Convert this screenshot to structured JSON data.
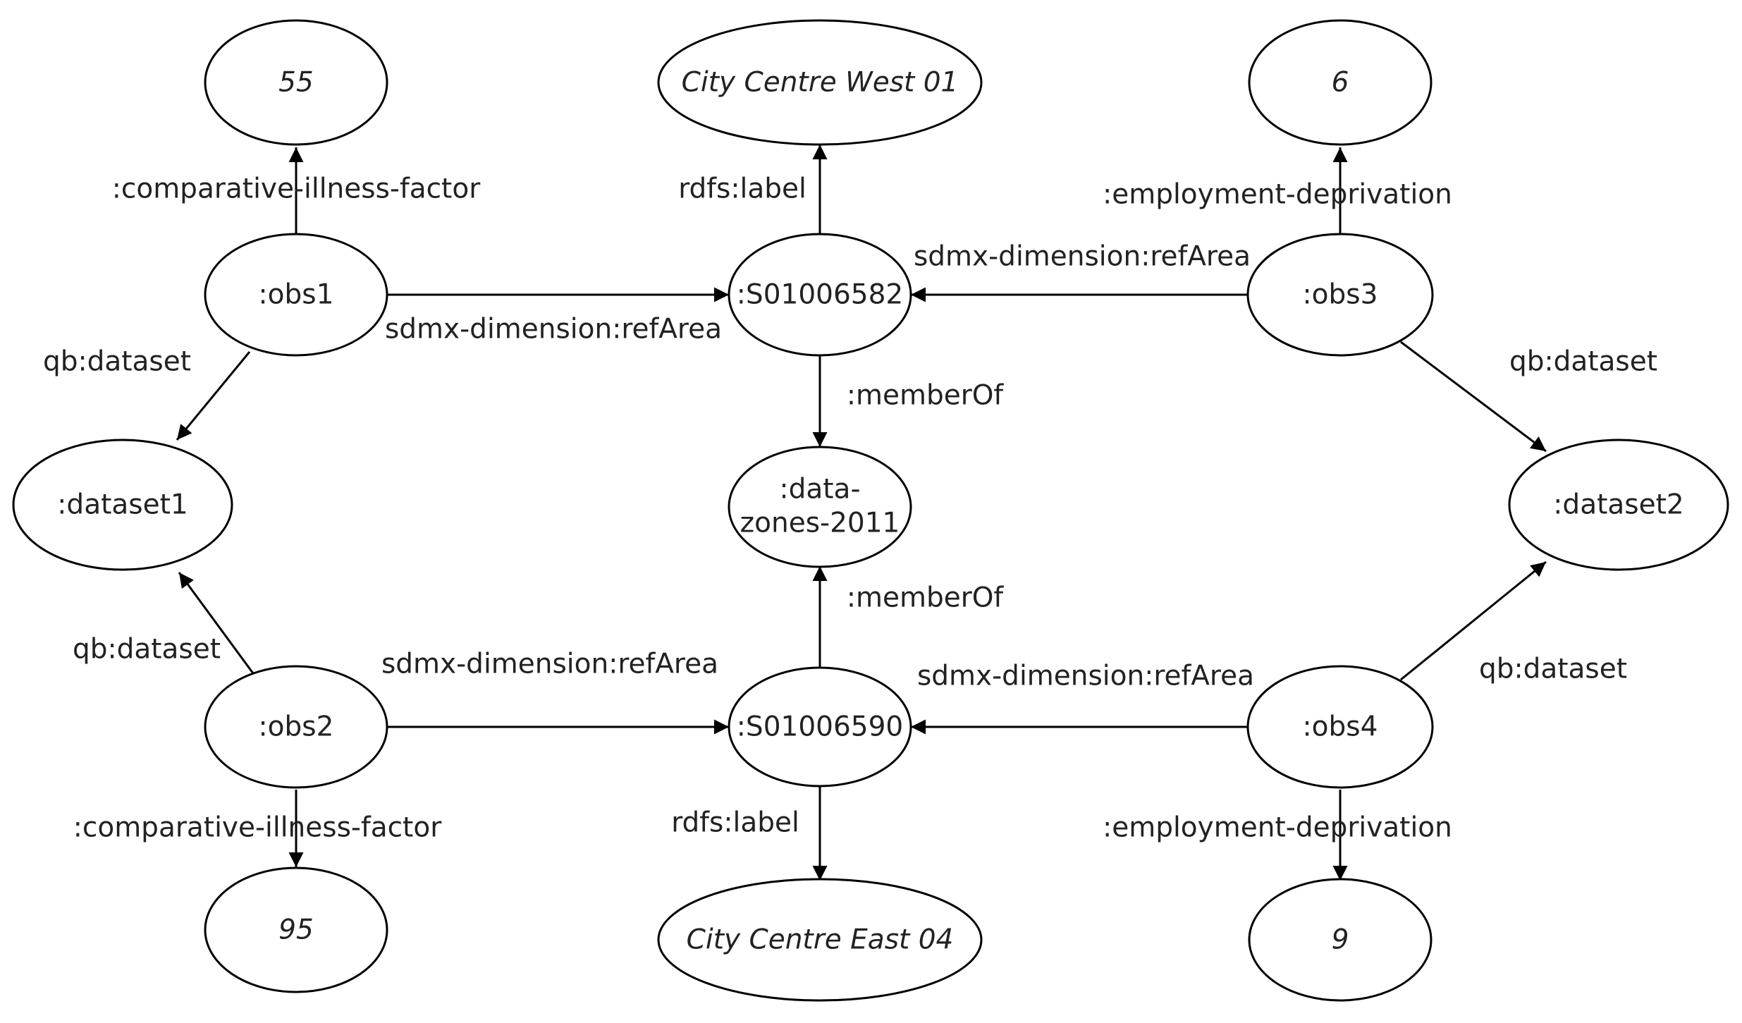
{
  "nodes": {
    "n55": {
      "label": "55",
      "kind": "literal"
    },
    "westLabel": {
      "label": "City Centre West 01",
      "kind": "literal"
    },
    "n6": {
      "label": "6",
      "kind": "literal"
    },
    "obs1": {
      "label": ":obs1",
      "kind": "resource"
    },
    "s582": {
      "label": ":S01006582",
      "kind": "resource"
    },
    "obs3": {
      "label": ":obs3",
      "kind": "resource"
    },
    "dataset1": {
      "label": ":dataset1",
      "kind": "resource"
    },
    "datazones": {
      "label_line1": ":data-",
      "label_line2": "zones-2011",
      "kind": "resource"
    },
    "dataset2": {
      "label": ":dataset2",
      "kind": "resource"
    },
    "obs2": {
      "label": ":obs2",
      "kind": "resource"
    },
    "s590": {
      "label": ":S01006590",
      "kind": "resource"
    },
    "obs4": {
      "label": ":obs4",
      "kind": "resource"
    },
    "n95": {
      "label": "95",
      "kind": "literal"
    },
    "eastLabel": {
      "label": "City Centre East 04",
      "kind": "literal"
    },
    "n9": {
      "label": "9",
      "kind": "literal"
    }
  },
  "edges": [
    {
      "id": "e1",
      "from": "obs1",
      "to": "n55",
      "label": ":comparative-illness-factor"
    },
    {
      "id": "e2",
      "from": "s582",
      "to": "westLabel",
      "label": "rdfs:label"
    },
    {
      "id": "e3",
      "from": "obs3",
      "to": "n6",
      "label": ":employment-deprivation"
    },
    {
      "id": "e4",
      "from": "obs1",
      "to": "s582",
      "label": "sdmx-dimension:refArea"
    },
    {
      "id": "e5",
      "from": "obs3",
      "to": "s582",
      "label": "sdmx-dimension:refArea"
    },
    {
      "id": "e6",
      "from": "obs1",
      "to": "dataset1",
      "label": "qb:dataset"
    },
    {
      "id": "e7",
      "from": "obs3",
      "to": "dataset2",
      "label": "qb:dataset"
    },
    {
      "id": "e8",
      "from": "s582",
      "to": "datazones",
      "label": ":memberOf"
    },
    {
      "id": "e9",
      "from": "s590",
      "to": "datazones",
      "label": ":memberOf"
    },
    {
      "id": "e10",
      "from": "obs2",
      "to": "dataset1",
      "label": "qb:dataset"
    },
    {
      "id": "e11",
      "from": "obs4",
      "to": "dataset2",
      "label": "qb:dataset"
    },
    {
      "id": "e12",
      "from": "obs2",
      "to": "s590",
      "label": "sdmx-dimension:refArea"
    },
    {
      "id": "e13",
      "from": "obs4",
      "to": "s590",
      "label": "sdmx-dimension:refArea"
    },
    {
      "id": "e14",
      "from": "obs2",
      "to": "n95",
      "label": ":comparative-illness-factor"
    },
    {
      "id": "e15",
      "from": "s590",
      "to": "eastLabel",
      "label": "rdfs:label"
    },
    {
      "id": "e16",
      "from": "obs4",
      "to": "n9",
      "label": ":employment-deprivation"
    }
  ]
}
